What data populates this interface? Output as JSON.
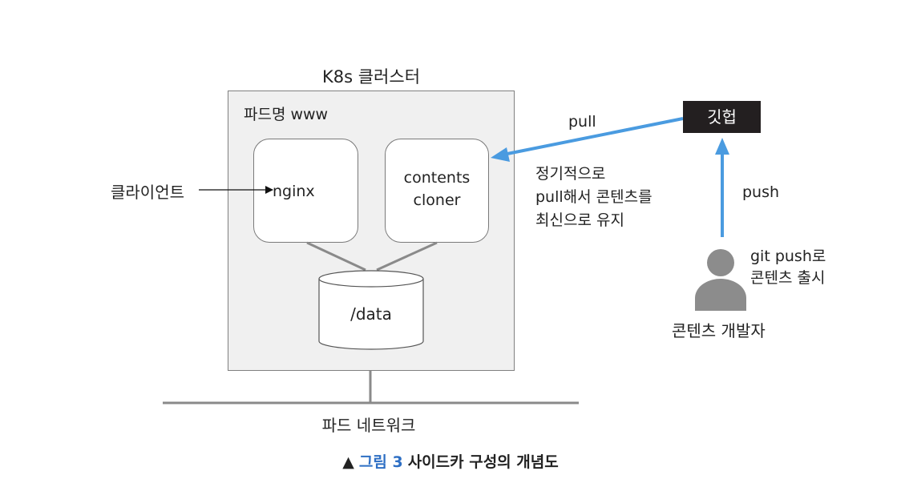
{
  "cluster": {
    "title": "K8s 클러스터"
  },
  "pod": {
    "label": "파드명 www",
    "containers": [
      {
        "lines": [
          "nginx"
        ]
      },
      {
        "lines": [
          "contents",
          "cloner"
        ]
      }
    ],
    "volume": "/data"
  },
  "client": {
    "label": "클라이언트"
  },
  "network": {
    "label": "파드 네트워크"
  },
  "github": {
    "label": "깃헙"
  },
  "pull": {
    "label": "pull",
    "description": [
      "정기적으로",
      "pull해서 콘텐츠를",
      "최신으로 유지"
    ]
  },
  "push": {
    "label": "push"
  },
  "developer": {
    "note": [
      "git push로",
      "콘텐츠 출시"
    ],
    "label": "콘텐츠 개발자"
  },
  "colors": {
    "arrow": "#4a9be0",
    "github_bg": "#231f20",
    "pod_bg": "#f0f0f0",
    "caption_accent": "#2e6fc4",
    "person": "#8c8c8c"
  },
  "caption": {
    "marker": "▲",
    "figure": "그림 3",
    "text": "사이드카 구성의 개념도"
  }
}
